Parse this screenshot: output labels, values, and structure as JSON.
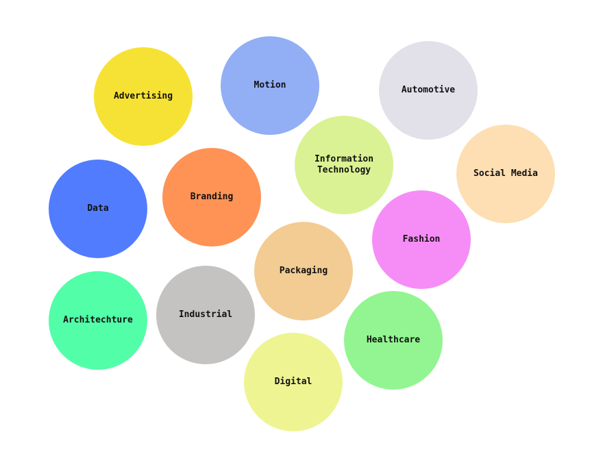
{
  "bubbles": [
    {
      "key": "advertising",
      "label": "Advertising",
      "color": "#F6E234"
    },
    {
      "key": "motion",
      "label": "Motion",
      "color": "#92AEF5"
    },
    {
      "key": "automotive",
      "label": "Automotive",
      "color": "#E2E1EA"
    },
    {
      "key": "infotech",
      "label": "Information\nTechnology",
      "color": "#DAF293"
    },
    {
      "key": "socialmedia",
      "label": "Social Media",
      "color": "#FDDFB3"
    },
    {
      "key": "data",
      "label": "Data",
      "color": "#527CFE"
    },
    {
      "key": "branding",
      "label": "Branding",
      "color": "#FE9355"
    },
    {
      "key": "fashion",
      "label": "Fashion",
      "color": "#F68DF6"
    },
    {
      "key": "packaging",
      "label": "Packaging",
      "color": "#F2CC92"
    },
    {
      "key": "architecture",
      "label": "Architechture",
      "color": "#53FEA8"
    },
    {
      "key": "industrial",
      "label": "Industrial",
      "color": "#C4C3C1"
    },
    {
      "key": "healthcare",
      "label": "Healthcare",
      "color": "#92F591"
    },
    {
      "key": "digital",
      "label": "Digital",
      "color": "#EEF492"
    }
  ]
}
